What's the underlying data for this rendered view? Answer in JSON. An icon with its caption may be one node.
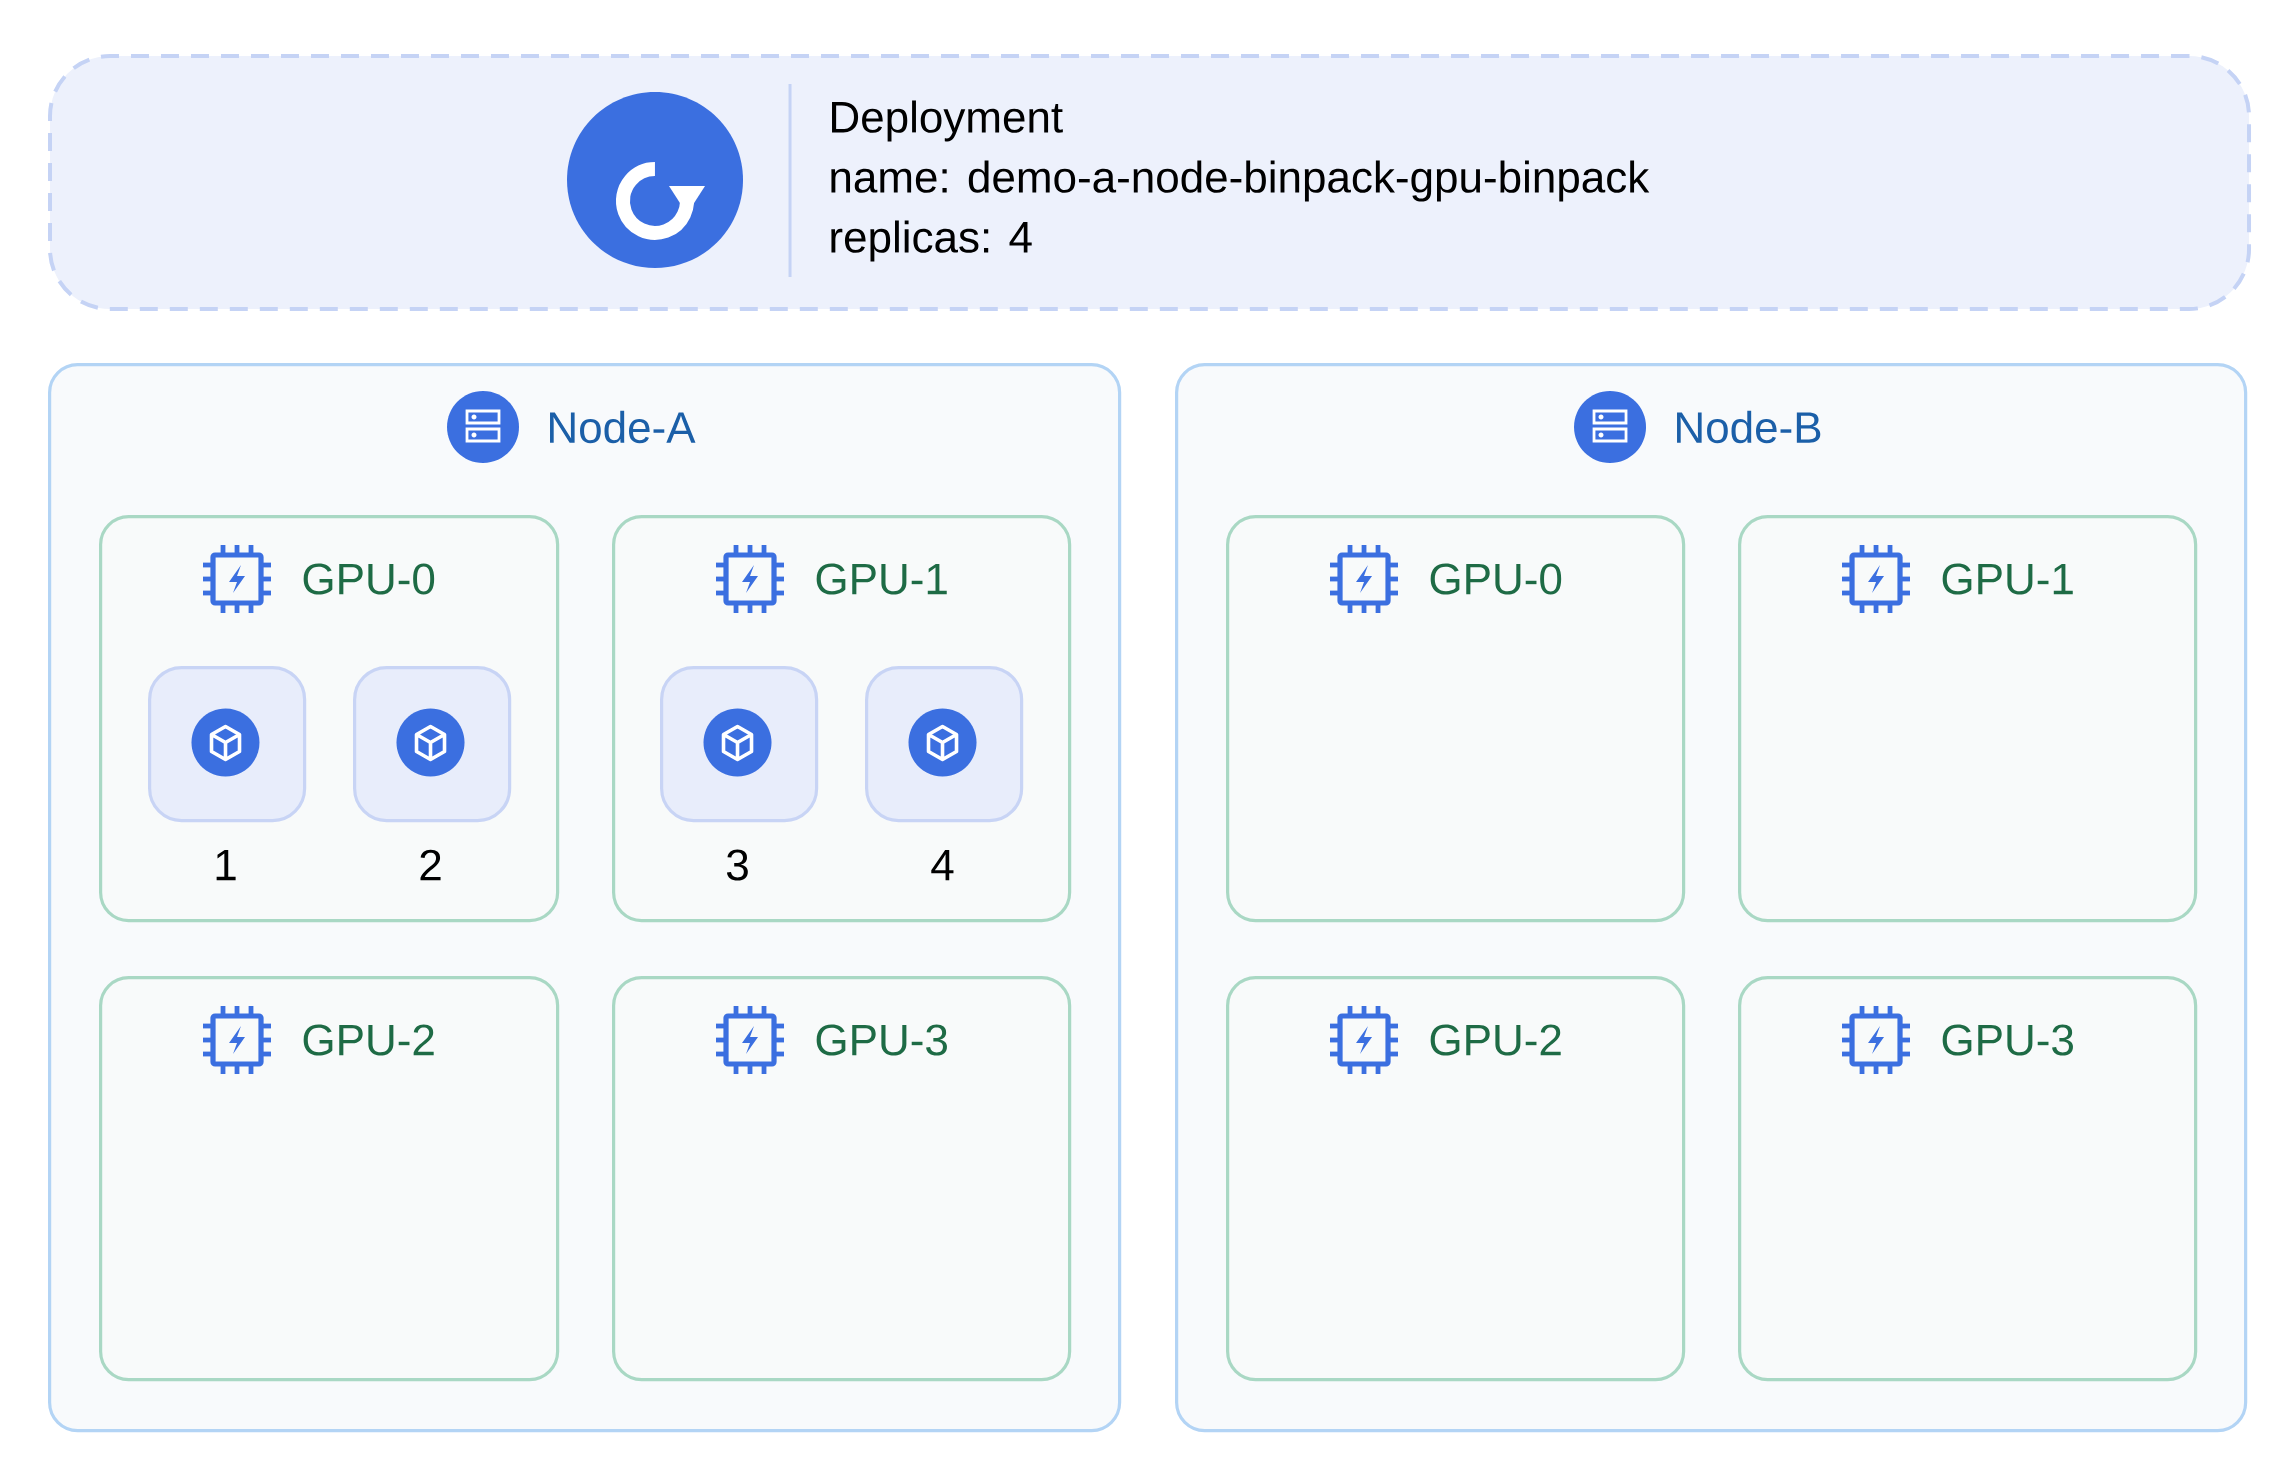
{
  "diagram": {
    "nodes": [
      {
        "text": [
          "Deployment",
          "name: demo-a-node-binpack-gpu-binpack",
          "replicas: 4"
        ]
      },
      {
        "text": [
          "Node-A"
        ]
      },
      {
        "text": [
          "GPU-0"
        ],
        "in": 1
      },
      {
        "text": [],
        "shape": "box",
        "in": 2,
        "beside": [
          "1"
        ]
      },
      {
        "text": [],
        "shape": "box",
        "in": 2,
        "beside": [
          "2"
        ]
      },
      {
        "text": [
          "GPU-1"
        ],
        "in": 1
      },
      {
        "text": [],
        "shape": "box",
        "in": 5,
        "beside": [
          "3"
        ]
      },
      {
        "text": [],
        "shape": "box",
        "in": 5,
        "beside": [
          "4"
        ]
      },
      {
        "text": [
          "GPU-2"
        ],
        "in": 1
      },
      {
        "text": [
          "GPU-3"
        ],
        "in": 1
      },
      {
        "text": [
          "Node-B"
        ]
      },
      {
        "text": [
          "GPU-0"
        ],
        "in": 10
      },
      {
        "text": [
          "GPU-1"
        ],
        "in": 10
      },
      {
        "text": [
          "GPU-2"
        ],
        "in": 10
      },
      {
        "text": [
          "GPU-3"
        ],
        "in": 10
      }
    ]
  }
}
